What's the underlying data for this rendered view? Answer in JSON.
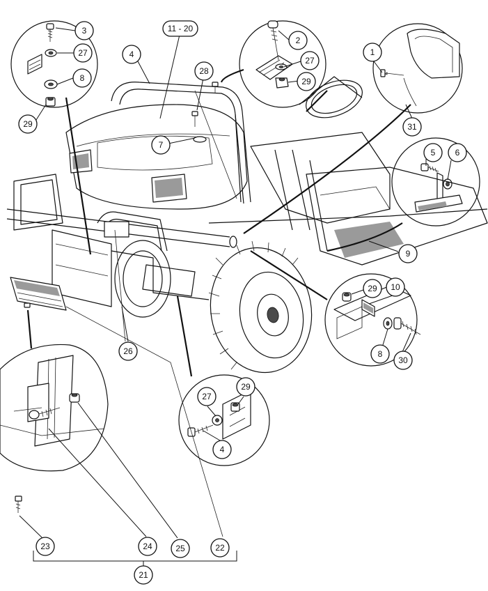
{
  "figure": {
    "callouts": [
      {
        "id": "c3",
        "label": "3"
      },
      {
        "id": "c27a",
        "label": "27"
      },
      {
        "id": "c8a",
        "label": "8"
      },
      {
        "id": "c29a",
        "label": "29"
      },
      {
        "id": "c4a",
        "label": "4"
      },
      {
        "id": "c1120",
        "label": "11 - 20"
      },
      {
        "id": "c28",
        "label": "28"
      },
      {
        "id": "c7",
        "label": "7"
      },
      {
        "id": "c2",
        "label": "2"
      },
      {
        "id": "c27b",
        "label": "27"
      },
      {
        "id": "c29b",
        "label": "29"
      },
      {
        "id": "c1",
        "label": "1"
      },
      {
        "id": "c31",
        "label": "31"
      },
      {
        "id": "c5",
        "label": "5"
      },
      {
        "id": "c6",
        "label": "6"
      },
      {
        "id": "c9",
        "label": "9"
      },
      {
        "id": "c29c",
        "label": "29"
      },
      {
        "id": "c10",
        "label": "10"
      },
      {
        "id": "c8b",
        "label": "8"
      },
      {
        "id": "c30",
        "label": "30"
      },
      {
        "id": "c26",
        "label": "26"
      },
      {
        "id": "c27c",
        "label": "27"
      },
      {
        "id": "c29d",
        "label": "29"
      },
      {
        "id": "c4b",
        "label": "4"
      },
      {
        "id": "c23",
        "label": "23"
      },
      {
        "id": "c24",
        "label": "24"
      },
      {
        "id": "c25",
        "label": "25"
      },
      {
        "id": "c22",
        "label": "22"
      },
      {
        "id": "c21",
        "label": "21"
      }
    ]
  }
}
